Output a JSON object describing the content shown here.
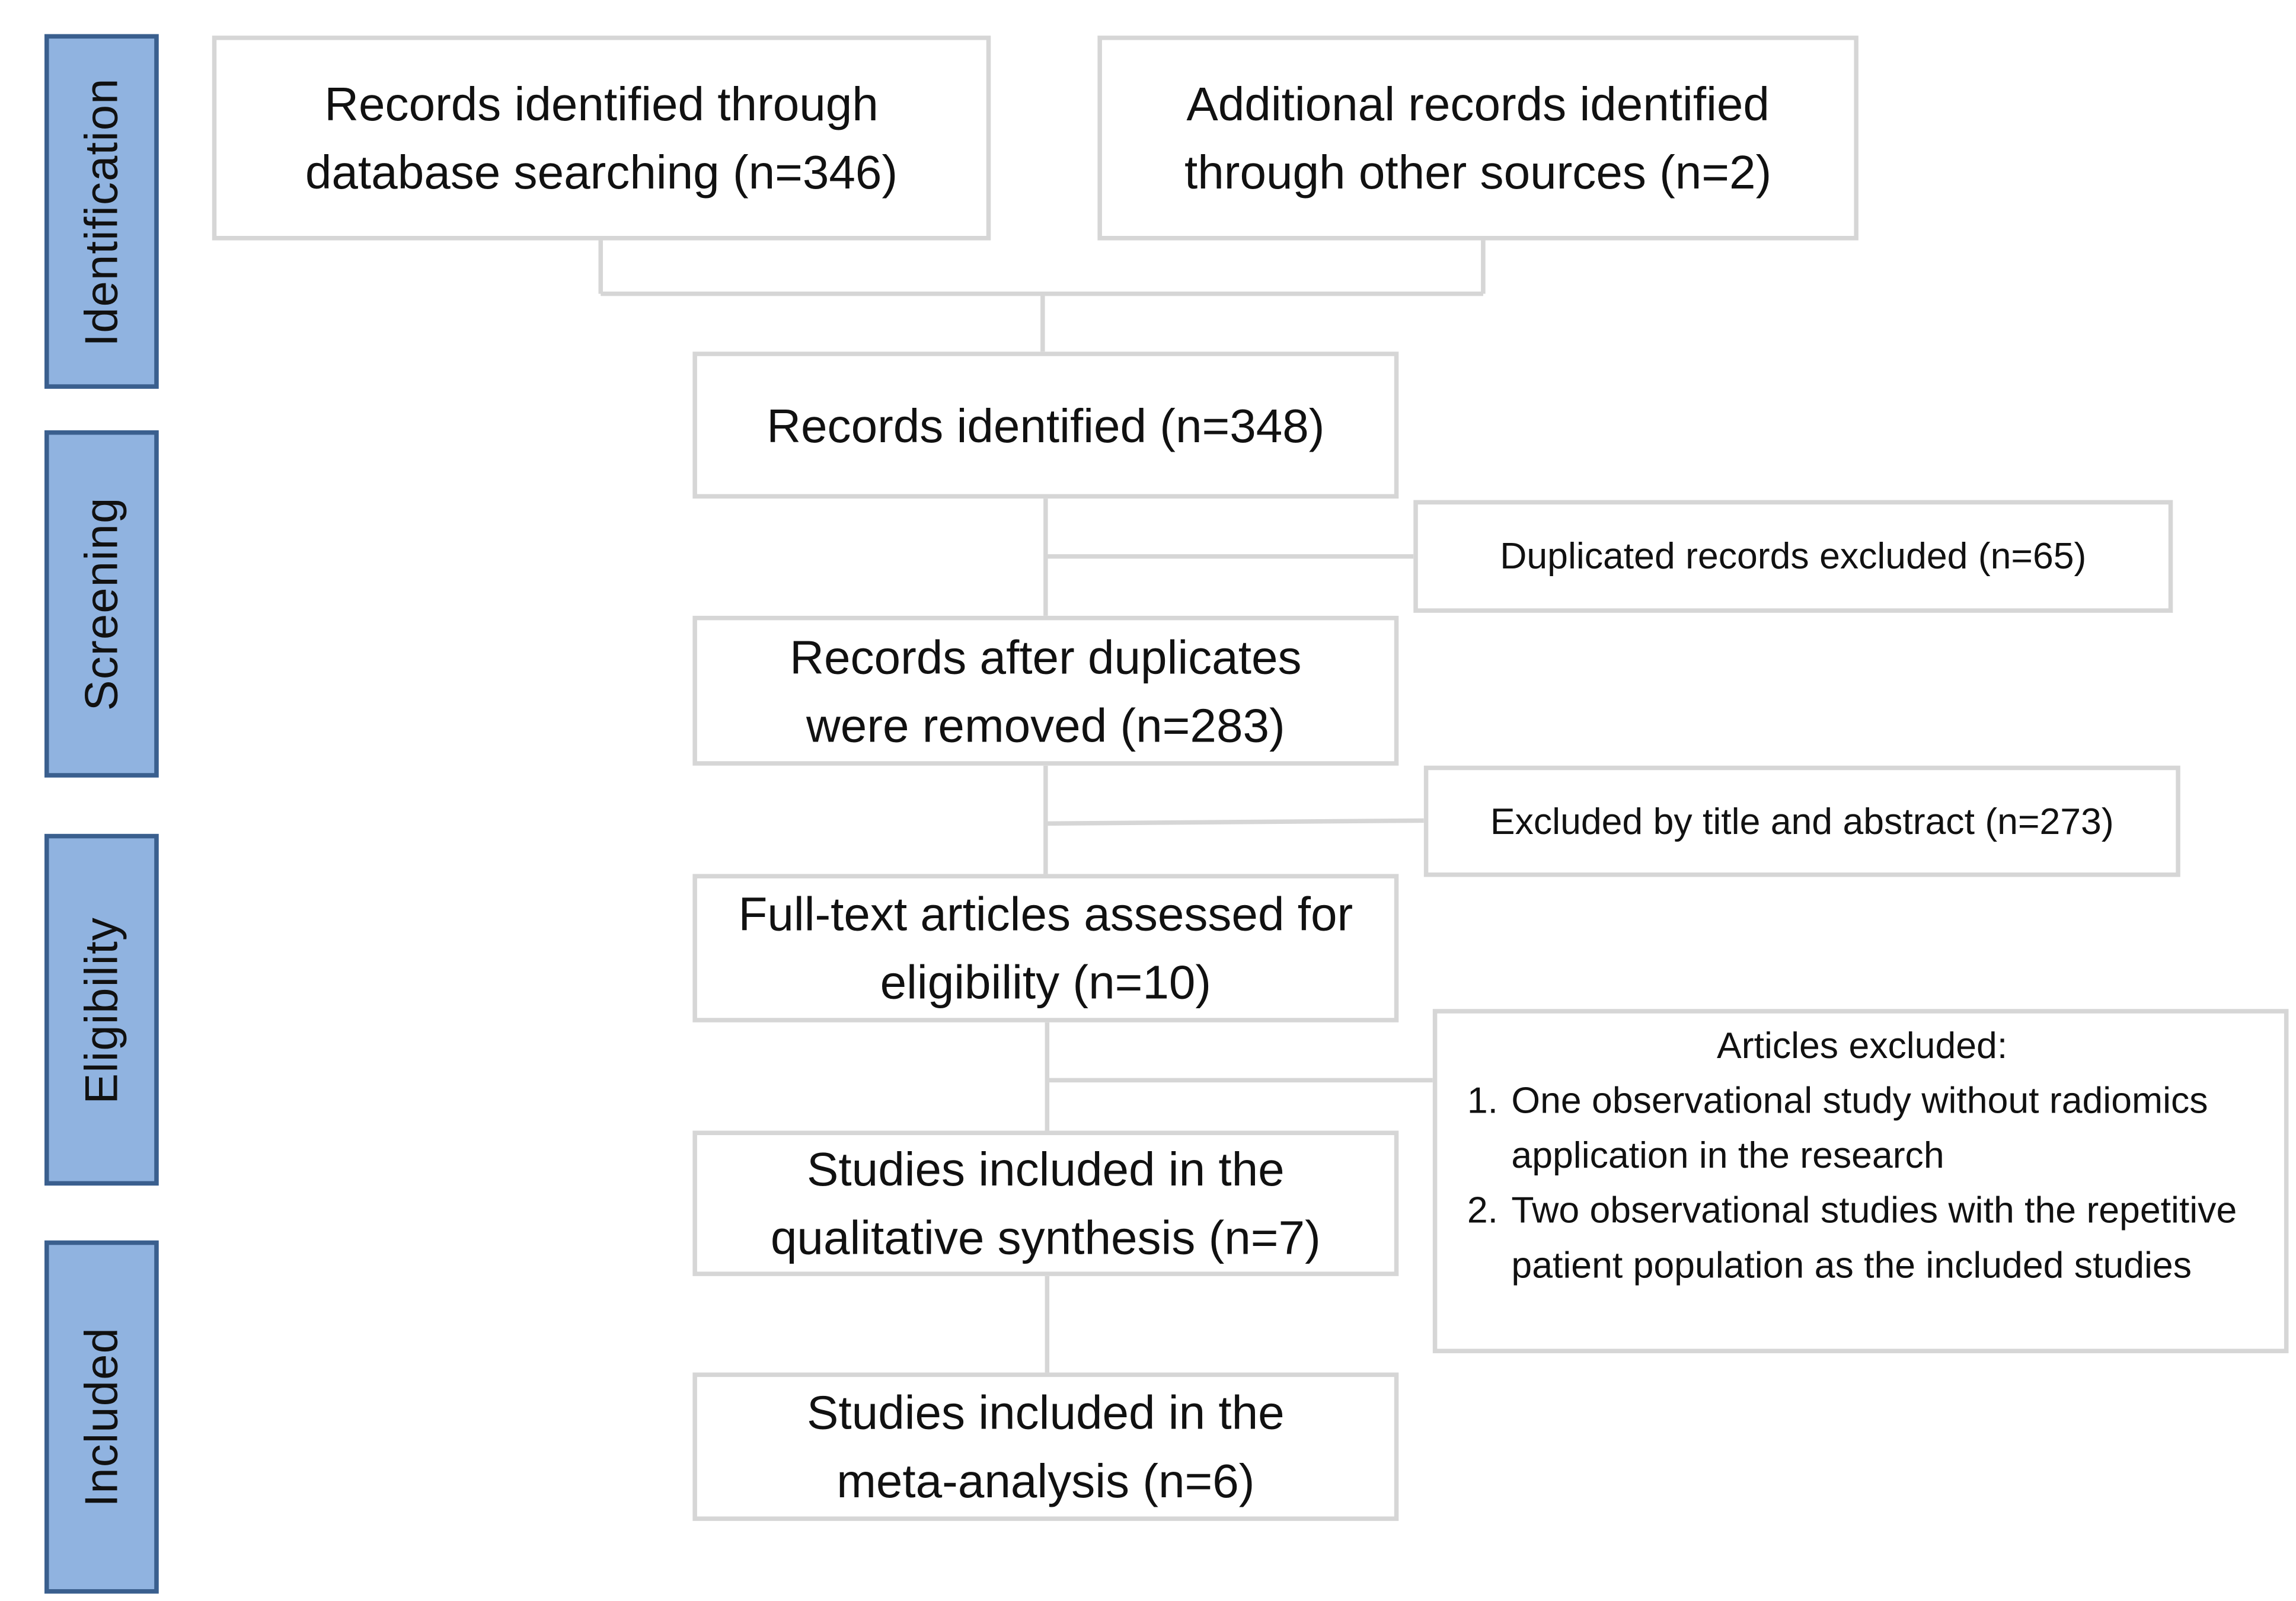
{
  "phases": [
    "Identification",
    "Screening",
    "Eligibility",
    "Included"
  ],
  "boxes": {
    "database_search": "Records identified through database searching (n=346)",
    "other_sources": "Additional records identified through other sources (n=2)",
    "records_identified": "Records identified (n=348)",
    "duplicates_excluded": "Duplicated records excluded (n=65)",
    "after_duplicates": "Records after duplicates were removed (n=283)",
    "title_abstract_excluded": "Excluded by title and abstract (n=273)",
    "full_text": "Full-text articles assessed for eligibility (n=10)",
    "qualitative": "Studies included in the qualitative synthesis (n=7)",
    "meta_analysis": "Studies included in the meta-analysis (n=6)"
  },
  "articles_excluded": {
    "header": "Articles excluded:",
    "items": [
      "One observational study without radiomics application in the research",
      "Two observational studies with the repetitive patient population as the included studies"
    ]
  },
  "colors": {
    "phase_fill": "#90b3e0",
    "phase_border": "#3a5f8e",
    "box_border": "#d6d6d6",
    "connector": "#d6d6d6"
  }
}
